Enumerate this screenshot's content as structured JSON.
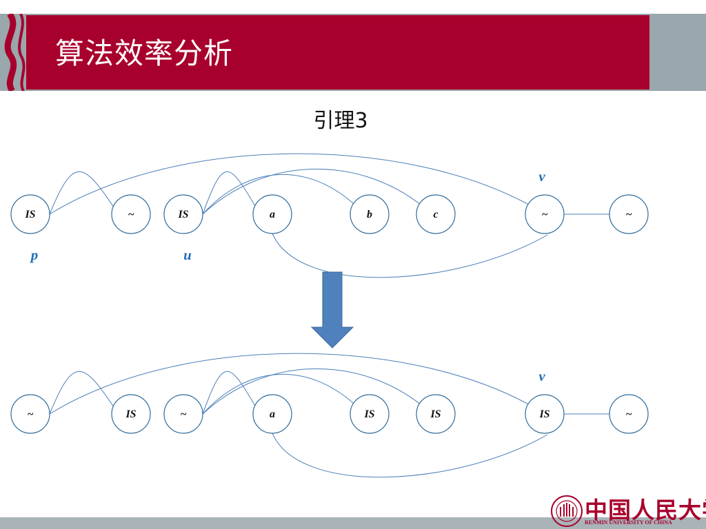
{
  "slide": {
    "title": "算法效率分析",
    "subtitle": "引理3"
  },
  "logo": {
    "name_cn": "中国人民大学",
    "name_en": "RENMIN UNIVERSITY OF CHINA"
  },
  "colors": {
    "title_bar": "#a8002c",
    "title_side": "#9aa7ad",
    "node_stroke": "#2f6b9a",
    "edge": "#4a7fb8",
    "arrow": "#4f81bd",
    "var_label": "#1f6fb5"
  },
  "diagram": {
    "before": {
      "nodes": [
        {
          "id": "n1",
          "label": "IS"
        },
        {
          "id": "n2",
          "label": "~"
        },
        {
          "id": "n3",
          "label": "IS"
        },
        {
          "id": "n4",
          "label": "a"
        },
        {
          "id": "n5",
          "label": "b"
        },
        {
          "id": "n6",
          "label": "c"
        },
        {
          "id": "n7",
          "label": "~"
        },
        {
          "id": "n8",
          "label": "~"
        }
      ],
      "markers": [
        {
          "node": "n1",
          "label": "p",
          "position": "below"
        },
        {
          "node": "n3",
          "label": "u",
          "position": "below"
        },
        {
          "node": "n7",
          "label": "v",
          "position": "above"
        }
      ]
    },
    "after": {
      "nodes": [
        {
          "id": "n1",
          "label": "~"
        },
        {
          "id": "n2",
          "label": "IS"
        },
        {
          "id": "n3",
          "label": "~"
        },
        {
          "id": "n4",
          "label": "a"
        },
        {
          "id": "n5",
          "label": "IS"
        },
        {
          "id": "n6",
          "label": "IS"
        },
        {
          "id": "n7",
          "label": "IS"
        },
        {
          "id": "n8",
          "label": "~"
        }
      ],
      "markers": [
        {
          "node": "n7",
          "label": "v",
          "position": "above"
        }
      ]
    },
    "edges": [
      {
        "from": "n1",
        "to": "n2",
        "style": "hump"
      },
      {
        "from": "n1",
        "to": "n7",
        "style": "arc-above"
      },
      {
        "from": "n3",
        "to": "n4",
        "style": "hump"
      },
      {
        "from": "n3",
        "to": "n5",
        "style": "arc-above"
      },
      {
        "from": "n3",
        "to": "n6",
        "style": "arc-above"
      },
      {
        "from": "n4",
        "to": "n7",
        "style": "arc-below"
      },
      {
        "from": "n7",
        "to": "n8",
        "style": "straight"
      }
    ],
    "transition": "arrow-down"
  }
}
